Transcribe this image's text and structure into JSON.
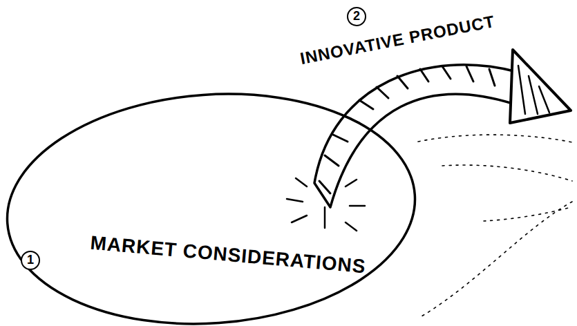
{
  "diagram": {
    "nodes": [
      {
        "text": [
          "MARKET CONSIDERATIONS"
        ]
      }
    ],
    "labels": [
      "2",
      "INNOVATIVE PRODUCT",
      "1"
    ]
  }
}
